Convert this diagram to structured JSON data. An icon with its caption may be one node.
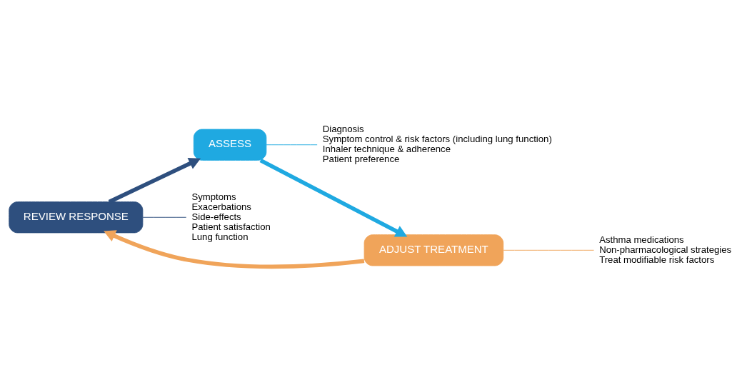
{
  "diagram": {
    "nodes": [
      {
        "text": [
          "REVIEW RESPONSE"
        ]
      },
      {
        "text": [
          "ASSESS"
        ]
      },
      {
        "text": [
          "ADJUST TREATMENT"
        ]
      },
      {
        "text": [
          "Diagnosis",
          "Symptom control & risk factors (including lung function)",
          "Inhaler technique & adherence",
          "Patient preference"
        ]
      },
      {
        "text": [
          "Asthma medications",
          "Non-pharmacological strategies",
          "Treat modifiable risk factors"
        ]
      },
      {
        "text": [
          "Symptoms",
          "Exacerbations",
          "Side-effects",
          "Patient satisfaction",
          "Lung function"
        ]
      }
    ],
    "edges": [
      {
        "from": 0,
        "to": 1,
        "arrow": "to",
        "style": "thick",
        "color": "#2e4f7e"
      },
      {
        "from": 1,
        "to": 2,
        "arrow": "to",
        "style": "thick",
        "color": "#1fa9e1"
      },
      {
        "from": 2,
        "to": 0,
        "arrow": "to",
        "style": "thick",
        "color": "#f0a45a"
      },
      {
        "from": 1,
        "to": 3,
        "arrow": "none",
        "color": "#1fa9e1"
      },
      {
        "from": 2,
        "to": 4,
        "arrow": "none",
        "color": "#f0a45a"
      },
      {
        "from": 0,
        "to": 5,
        "arrow": "none",
        "color": "#2e4f7e"
      }
    ]
  }
}
